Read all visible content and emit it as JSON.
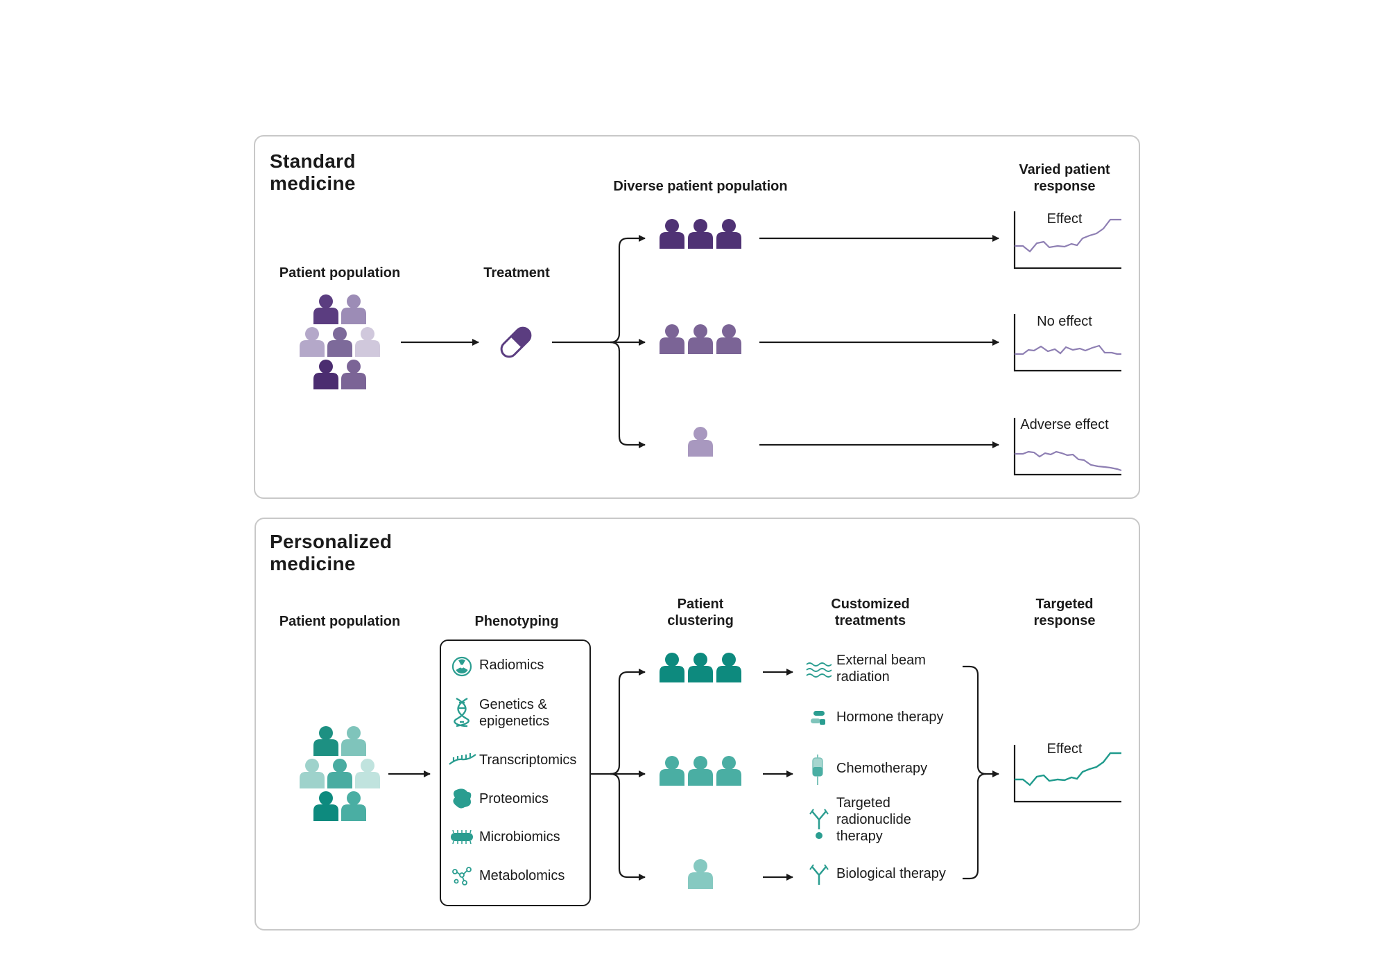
{
  "standard": {
    "title_line1": "Standard",
    "title_line2": "medicine",
    "patient_population_label": "Patient population",
    "treatment_label": "Treatment",
    "diverse_label": "Diverse patient population",
    "response_label_line1": "Varied patient",
    "response_label_line2": "response",
    "responses": [
      "Effect",
      "No effect",
      "Adverse effect"
    ]
  },
  "personalized": {
    "title_line1": "Personalized",
    "title_line2": "medicine",
    "patient_population_label": "Patient population",
    "phenotyping_label": "Phenotyping",
    "clustering_label_line1": "Patient",
    "clustering_label_line2": "clustering",
    "treatments_label_line1": "Customized",
    "treatments_label_line2": "treatments",
    "response_label_line1": "Targeted",
    "response_label_line2": "response",
    "phenotyping_items": [
      {
        "label_line1": "Radiomics",
        "label_line2": "",
        "icon": "radiation-icon"
      },
      {
        "label_line1": "Genetics &",
        "label_line2": "epigenetics",
        "icon": "dna-icon"
      },
      {
        "label_line1": "Transcriptomics",
        "label_line2": "",
        "icon": "rna-strand-icon"
      },
      {
        "label_line1": "Proteomics",
        "label_line2": "",
        "icon": "protein-icon"
      },
      {
        "label_line1": "Microbiomics",
        "label_line2": "",
        "icon": "bacterium-icon"
      },
      {
        "label_line1": "Metabolomics",
        "label_line2": "",
        "icon": "molecule-icon"
      }
    ],
    "treatments": [
      {
        "line1": "External beam",
        "line2": "radiation",
        "line3": "",
        "icon": "wave-icon"
      },
      {
        "line1": "Hormone therapy",
        "line2": "",
        "line3": "",
        "icon": "pills-icon"
      },
      {
        "line1": "Chemotherapy",
        "line2": "",
        "line3": "",
        "icon": "iv-bag-icon"
      },
      {
        "line1": "Targeted",
        "line2": "radionuclide",
        "line3": "therapy",
        "icon": "antibody-radiation-icon"
      },
      {
        "line1": "Biological therapy",
        "line2": "",
        "line3": "",
        "icon": "antibody-icon"
      }
    ],
    "response": "Effect"
  },
  "colors": {
    "purple_dark": "#4f3274",
    "purple_mid": "#7b6496",
    "purple_light": "#a898bf",
    "purple_pale": "#cdc4da",
    "teal_dark": "#0d8a7e",
    "teal_mid": "#4aaea3",
    "teal_light": "#86c9c1",
    "teal_pale": "#b8e0da",
    "line_purple": "#8e7fb3",
    "line_teal": "#1f9a8c"
  }
}
